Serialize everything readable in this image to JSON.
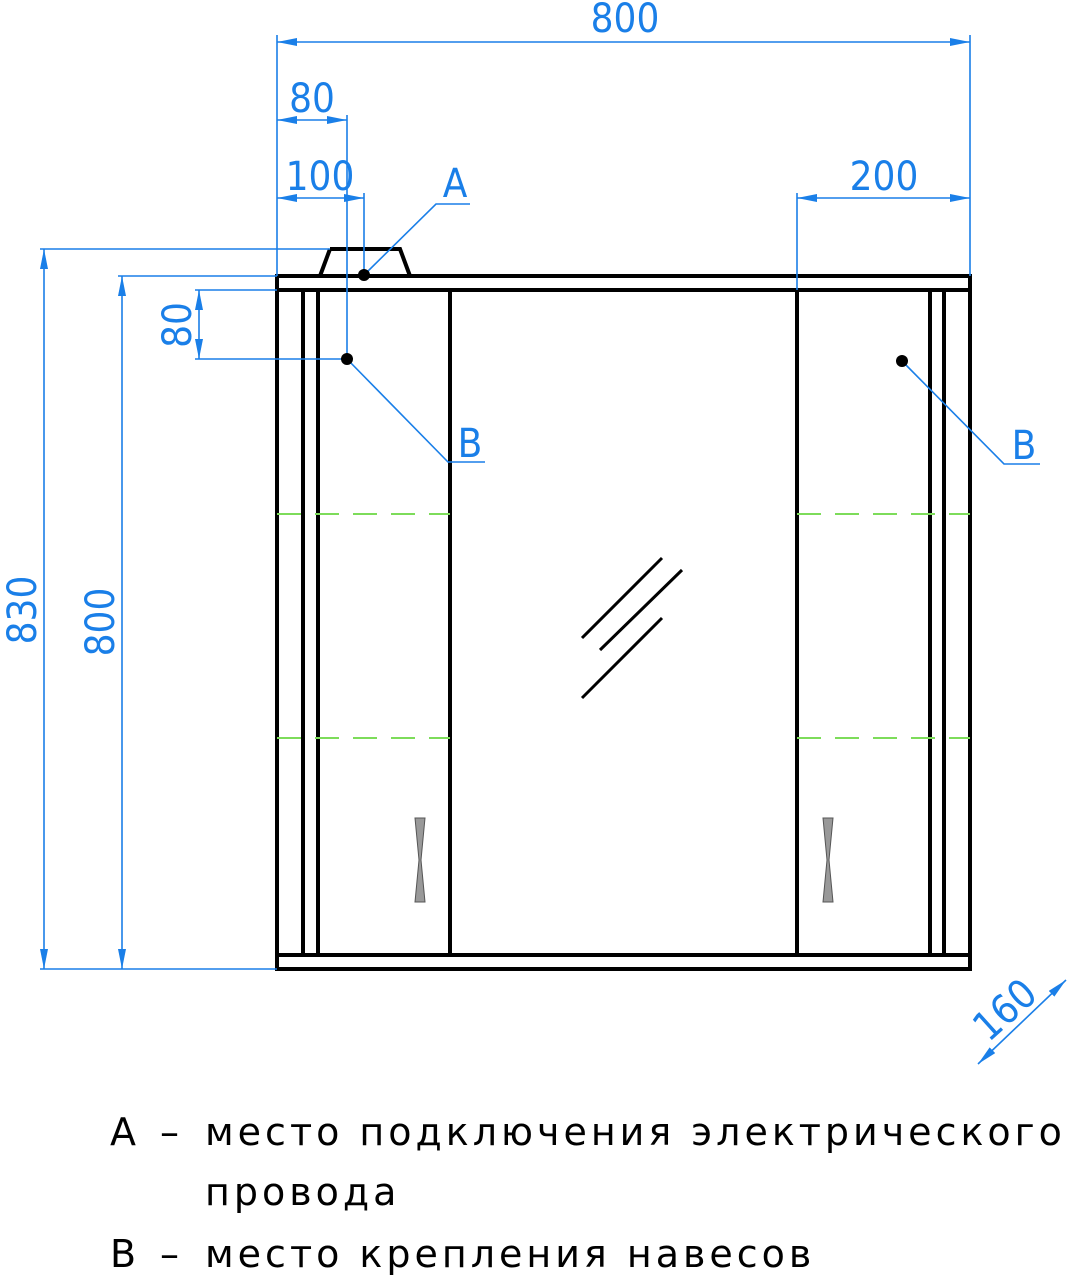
{
  "dimensions": {
    "width_total": "800",
    "offset_b_left": "80",
    "offset_a": "100",
    "offset_b_right": "200",
    "height_total": "830",
    "height_body": "800",
    "offset_b_top": "80",
    "depth": "160"
  },
  "markers": {
    "a": "A",
    "b_left": "B",
    "b_right": "B"
  },
  "legend": [
    {
      "letter": "А",
      "dash": "–",
      "text": "место подключения электрического",
      "cont": "провода"
    },
    {
      "letter": "В",
      "dash": "–",
      "text": "место крепления навесов"
    }
  ],
  "colors": {
    "dimension": "#1a7fe8",
    "shelf_dashed": "#7ddc5a",
    "outline": "#000000",
    "handle": "#999999"
  }
}
